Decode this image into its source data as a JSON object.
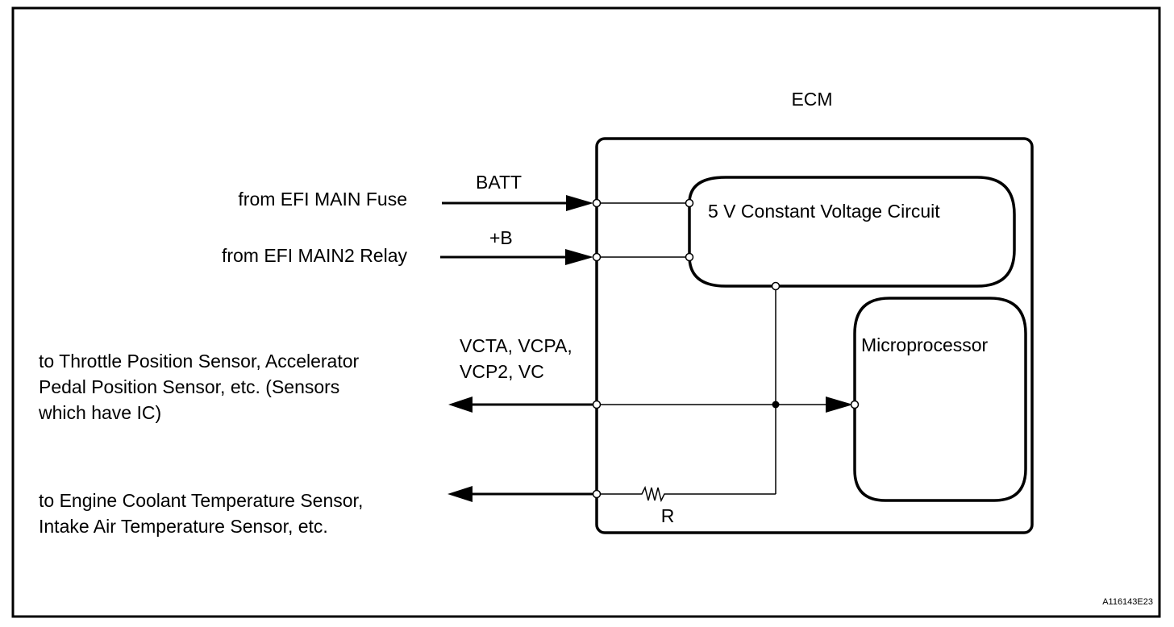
{
  "diagram": {
    "type": "circuit-block-diagram",
    "figure_code": "A116143E23",
    "ecm": {
      "label": "ECM",
      "blocks": {
        "constant_voltage": "5 V Constant Voltage Circuit",
        "microprocessor": "Microprocessor"
      }
    },
    "inputs": [
      {
        "source": "from EFI MAIN Fuse",
        "terminal": "BATT"
      },
      {
        "source": "from EFI MAIN2 Relay",
        "terminal": "+B"
      }
    ],
    "outputs": [
      {
        "terminals": [
          "VCTA, VCPA,",
          "VCP2, VC"
        ],
        "destination": [
          "to Throttle Position Sensor, Accelerator",
          "Pedal Position Sensor, etc. (Sensors",
          "which have IC)"
        ]
      },
      {
        "terminals": [],
        "destination": [
          "to Engine Coolant Temperature Sensor,",
          "Intake Air Temperature Sensor, etc."
        ],
        "resistor_label": "R"
      }
    ]
  }
}
